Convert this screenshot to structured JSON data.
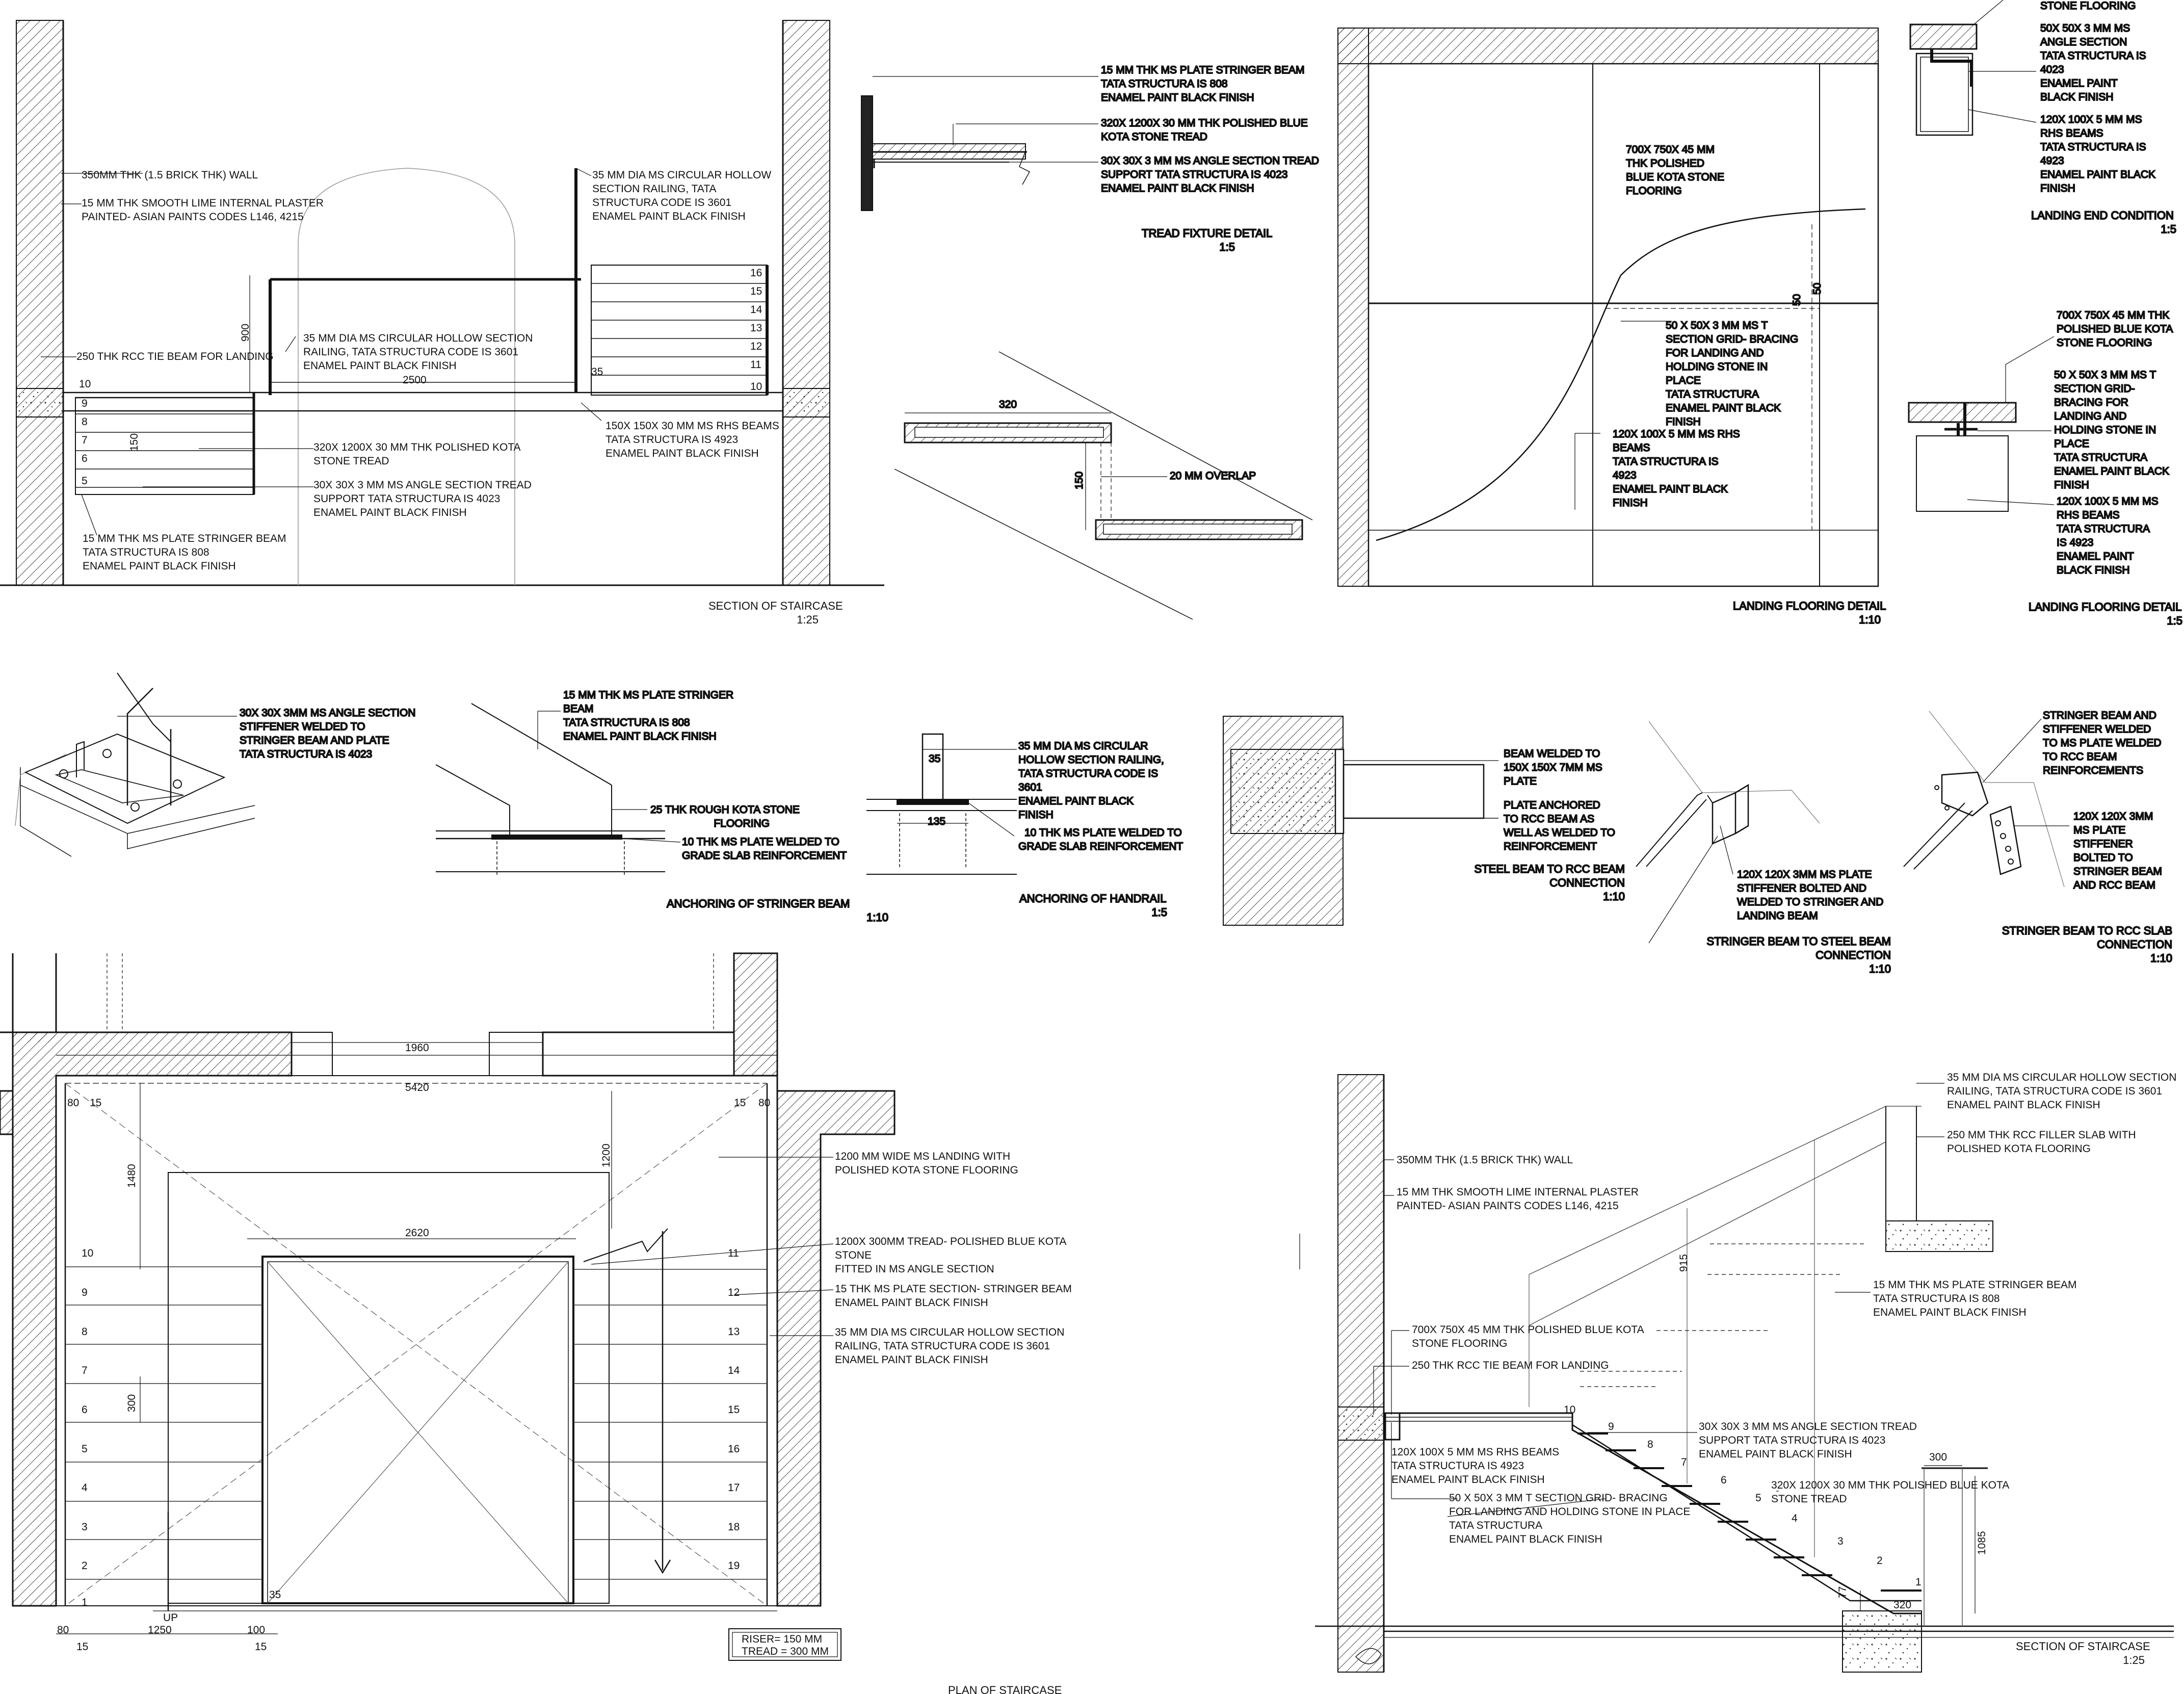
{
  "section_top": {
    "notes": {
      "wall": "350MM THK (1.5 BRICK THK) WALL",
      "plaster_1": "15 MM THK SMOOTH LIME INTERNAL PLASTER",
      "plaster_2": "PAINTED- ASIAN PAINTS CODES L146, 4215",
      "tie_beam": "250 THK RCC TIE BEAM FOR LANDING",
      "rail_l1": "35 MM DIA MS CIRCULAR HOLLOW SECTION",
      "rail_l2": "RAILING, TATA STRUCTURA CODE IS 3601",
      "rail_l3": "ENAMEL PAINT BLACK FINISH",
      "rail_r1": "35 MM DIA MS CIRCULAR HOLLOW",
      "rail_r2": "SECTION RAILING, TATA",
      "rail_r3": "STRUCTURA CODE IS 3601",
      "rail_r4": "ENAMEL PAINT BLACK FINISH",
      "tread_1": "320X 1200X 30 MM THK POLISHED KOTA",
      "tread_2": "STONE TREAD",
      "angle_1": "30X 30X 3 MM MS ANGLE SECTION TREAD",
      "angle_2": "SUPPORT TATA STRUCTURA IS 4023",
      "angle_3": "ENAMEL PAINT BLACK FINISH",
      "stringer_1": "15 MM THK MS PLATE STRINGER BEAM",
      "stringer_2": "TATA STRUCTURA IS 808",
      "stringer_3": "ENAMEL PAINT BLACK FINISH",
      "rhs_1": "150X 150X 30 MM MS RHS BEAMS",
      "rhs_2": "TATA STRUCTURA IS 4923",
      "rhs_3": "ENAMEL PAINT BLACK FINISH"
    },
    "dims": {
      "d900": "900",
      "d2500": "2500",
      "d150": "150",
      "d35": "35"
    },
    "left_steps": [
      "10",
      "9",
      "8",
      "7",
      "6",
      "5"
    ],
    "right_steps": [
      "16",
      "15",
      "14",
      "13",
      "12",
      "11",
      "10"
    ],
    "title": "SECTION OF STAIRCASE",
    "scale": "1:25"
  },
  "tread_fixture": {
    "notes": {
      "a1": "15 MM THK MS PLATE STRINGER BEAM",
      "a2": "TATA STRUCTURA IS 808",
      "a3": "ENAMEL PAINT BLACK FINISH",
      "b1": "320X 1200X 30 MM THK POLISHED BLUE",
      "b2": "KOTA STONE TREAD",
      "c1": "30X 30X 3 MM MS ANGLE SECTION TREAD",
      "c2": "SUPPORT TATA STRUCTURA IS 4023",
      "c3": "ENAMEL PAINT BLACK FINISH"
    },
    "title": "TREAD FIXTURE DETAIL",
    "scale": "1:5"
  },
  "overlap": {
    "d320": "320",
    "d150": "150",
    "note": "20 MM  OVERLAP"
  },
  "landing_floor": {
    "notes": {
      "a1": "700X 750X 45 MM",
      "a2": "THK POLISHED",
      "a3": "BLUE KOTA STONE",
      "a4": "FLOORING",
      "b1": "50 X 50X 3 MM MS T",
      "b2": "SECTION GRID- BRACING",
      "b3": "FOR LANDING AND",
      "b4": "HOLDING STONE IN",
      "b5": "PLACE",
      "b6": "TATA STRUCTURA",
      "b7": "ENAMEL PAINT BLACK",
      "b8": "FINISH",
      "c1": "120X 100X 5 MM MS RHS",
      "c2": "BEAMS",
      "c3": "TATA STRUCTURA IS",
      "c4": "4923",
      "c5": "ENAMEL PAINT BLACK",
      "c6": "FINISH"
    },
    "dims": {
      "d50a": "50",
      "d50b": "50"
    },
    "title": "LANDING FLOORING DETAIL",
    "scale": "1:10"
  },
  "landing_end": {
    "notes": {
      "top": "STONE FLOORING",
      "a1": "50X 50X 3 MM MS",
      "a2": "ANGLE SECTION",
      "a3": "TATA STRUCTURA IS",
      "a4": "4023",
      "a5": "ENAMEL PAINT",
      "a6": "BLACK FINISH",
      "b1": "120X 100X 5 MM MS",
      "b2": "RHS BEAMS",
      "b3": "TATA STRUCTURA IS",
      "b4": "4923",
      "b5": "ENAMEL PAINT BLACK",
      "b6": "FINISH"
    },
    "title": "LANDING END CONDITION",
    "scale": "1:5"
  },
  "landing_floor_2": {
    "notes": {
      "a1": "700X 750X 45 MM THK",
      "a2": "POLISHED BLUE KOTA",
      "a3": "STONE FLOORING",
      "b1": "50 X 50X 3 MM MS T",
      "b2": "SECTION GRID-",
      "b3": "BRACING FOR",
      "b4": "LANDING AND",
      "b5": "HOLDING STONE IN",
      "b6": "PLACE",
      "b7": "TATA STRUCTURA",
      "b8": "ENAMEL PAINT BLACK",
      "b9": "FINISH",
      "c1": "120X 100X 5 MM MS",
      "c2": "RHS BEAMS",
      "c3": "TATA STRUCTURA",
      "c4": "IS 4923",
      "c5": "ENAMEL PAINT",
      "c6": "BLACK FINISH"
    },
    "title": "LANDING FLOORING DETAIL",
    "scale": "1:5"
  },
  "base_plate": {
    "notes": {
      "a1": "30X 30X 3MM MS ANGLE SECTION",
      "a2": "STIFFENER WELDED TO",
      "a3": "STRINGER BEAM AND PLATE",
      "a4": "TATA STRUCTURA IS 4023"
    }
  },
  "anchor_stringer": {
    "notes": {
      "a1": "15 MM THK MS PLATE STRINGER",
      "a2": "BEAM",
      "a3": "TATA STRUCTURA IS 808",
      "a4": "ENAMEL PAINT BLACK FINISH",
      "b1": "25 THK ROUGH KOTA STONE",
      "b2": "FLOORING",
      "c1": "10 THK MS PLATE WELDED TO",
      "c2": "GRADE SLAB REINFORCEMENT"
    },
    "title": "ANCHORING OF STRINGER BEAM",
    "scale": "1:10"
  },
  "anchor_handrail": {
    "notes": {
      "a1": "35 MM DIA MS CIRCULAR",
      "a2": "HOLLOW SECTION RAILING,",
      "a3": "TATA STRUCTURA CODE IS",
      "a4": "3601",
      "a5": "ENAMEL PAINT BLACK",
      "a6": "FINISH",
      "b1": "10 THK MS PLATE WELDED TO",
      "b2": "GRADE SLAB REINFORCEMENT"
    },
    "dims": {
      "d35": "35",
      "d135": "135"
    },
    "title": "ANCHORING OF HANDRAIL",
    "scale": "1:5"
  },
  "steel_rcc": {
    "notes": {
      "a1": "BEAM WELDED TO",
      "a2": "150X 150X 7MM MS",
      "a3": "PLATE",
      "b1": "PLATE ANCHORED",
      "b2": "TO RCC BEAM AS",
      "b3": "WELL AS WELDED TO",
      "b4": "REINFORCEMENT"
    },
    "title": "STEEL BEAM TO RCC BEAM",
    "title2": "CONNECTION",
    "scale": "1:10"
  },
  "stringer_steel": {
    "notes": {
      "a1": "120X 120X 3MM MS PLATE",
      "a2": "STIFFENER BOLTED AND",
      "a3": "WELDED TO STRINGER AND",
      "a4": "LANDING BEAM"
    },
    "title": "STRINGER BEAM TO STEEL BEAM",
    "title2": "CONNECTION",
    "scale": "1:10"
  },
  "stringer_slab": {
    "notes": {
      "a1": "STRINGER BEAM AND",
      "a2": "STIFFENER WELDED",
      "a3": "TO MS PLATE WELDED",
      "a4": "TO RCC BEAM",
      "a5": "REINFORCEMENTS",
      "b1": "120X 120X 3MM",
      "b2": "MS PLATE",
      "b3": "STIFFENER",
      "b4": "BOLTED TO",
      "b5": "STRINGER BEAM",
      "b6": "AND RCC BEAM"
    },
    "title": "STRINGER BEAM TO RCC SLAB",
    "title2": "CONNECTION",
    "scale": "1:10"
  },
  "plan": {
    "dims": {
      "d1960": "1960",
      "d5420": "5420",
      "d80a": "80",
      "d15a": "15",
      "d15b": "15",
      "d80b": "80",
      "d1480": "1480",
      "d1200": "1200",
      "d2620": "2620",
      "d300": "300",
      "d35": "35",
      "d1250": "1250",
      "d80c": "80",
      "d100": "100",
      "d15c": "15",
      "d15d": "15",
      "up": "UP"
    },
    "left_steps": [
      "10",
      "9",
      "8",
      "7",
      "6",
      "5",
      "4",
      "3",
      "2",
      "1"
    ],
    "right_steps": [
      "11",
      "12",
      "13",
      "14",
      "15",
      "16",
      "17",
      "18",
      "19"
    ],
    "notes": {
      "a1": "1200 MM WIDE MS LANDING WITH",
      "a2": "POLISHED KOTA STONE FLOORING",
      "b1": "1200X 300MM TREAD- POLISHED BLUE KOTA",
      "b2": "STONE",
      "b3": "FITTED IN MS ANGLE SECTION",
      "c1": "15 THK MS PLATE SECTION- STRINGER BEAM",
      "c2": "ENAMEL PAINT BLACK FINISH",
      "d1": "35 MM DIA MS CIRCULAR HOLLOW SECTION",
      "d2": "RAILING, TATA STRUCTURA CODE IS 3601",
      "d3": "ENAMEL PAINT BLACK FINISH"
    },
    "riser": "RISER= 150 MM",
    "tread": "TREAD = 300 MM",
    "title": "PLAN OF STAIRCASE"
  },
  "section_bottom": {
    "notes": {
      "rail_1": "35 MM DIA MS CIRCULAR HOLLOW SECTION",
      "rail_2": "RAILING, TATA STRUCTURA CODE IS 3601",
      "rail_3": "ENAMEL PAINT BLACK FINISH",
      "filler_1": "250 MM THK RCC FILLER SLAB WITH",
      "filler_2": "POLISHED KOTA FLOORING",
      "wall": "350MM THK (1.5 BRICK THK) WALL",
      "plaster_1": "15 MM THK SMOOTH LIME INTERNAL PLASTER",
      "plaster_2": "PAINTED- ASIAN PAINTS CODES L146, 4215",
      "stringer_1": "15 MM THK MS PLATE STRINGER BEAM",
      "stringer_2": "TATA STRUCTURA IS 808",
      "stringer_3": "ENAMEL PAINT BLACK FINISH",
      "floor_1": "700X 750X 45 MM THK POLISHED BLUE KOTA",
      "floor_2": "STONE FLOORING",
      "tie": "250 THK RCC TIE BEAM FOR LANDING",
      "angle_1": "30X 30X 3 MM MS ANGLE SECTION TREAD",
      "angle_2": "SUPPORT TATA STRUCTURA IS 4023",
      "angle_3": "ENAMEL PAINT BLACK FINISH",
      "rhs_1": "120X 100X 5 MM MS RHS BEAMS",
      "rhs_2": "TATA STRUCTURA IS 4923",
      "rhs_3": "ENAMEL PAINT BLACK FINISH",
      "tread_1": "320X 1200X 30 MM THK POLISHED BLUE KOTA",
      "tread_2": "STONE TREAD",
      "grid_1": "50 X 50X 3 MM T SECTION GRID- BRACING",
      "grid_2": "FOR LANDING AND HOLDING STONE IN PLACE",
      "grid_3": "TATA STRUCTURA",
      "grid_4": "ENAMEL PAINT BLACK FINISH"
    },
    "dims": {
      "d915": "915",
      "d300": "300",
      "d1085": "1085",
      "d77": "77",
      "d320": "320"
    },
    "steps": [
      "10",
      "9",
      "8",
      "7",
      "6",
      "5",
      "4",
      "3",
      "2",
      "1"
    ],
    "title": "SECTION OF STAIRCASE",
    "scale": "1:25"
  }
}
